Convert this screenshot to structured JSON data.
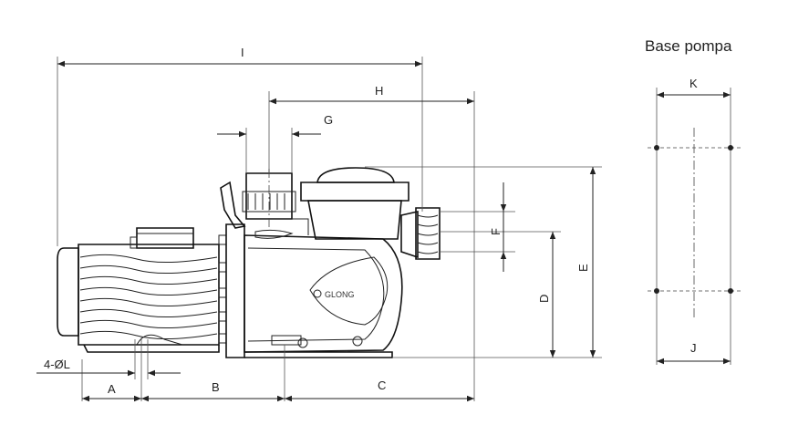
{
  "base_title": "Base pompa",
  "dimensions": {
    "I": "I",
    "H": "H",
    "G": "G",
    "F": "F",
    "E": "E",
    "D": "D",
    "A": "A",
    "B": "B",
    "C": "C",
    "hole": "4-ØL",
    "K": "K",
    "J": "J"
  },
  "logo_text": "GLONG",
  "colors": {
    "line": "#222222",
    "background": "#ffffff"
  }
}
